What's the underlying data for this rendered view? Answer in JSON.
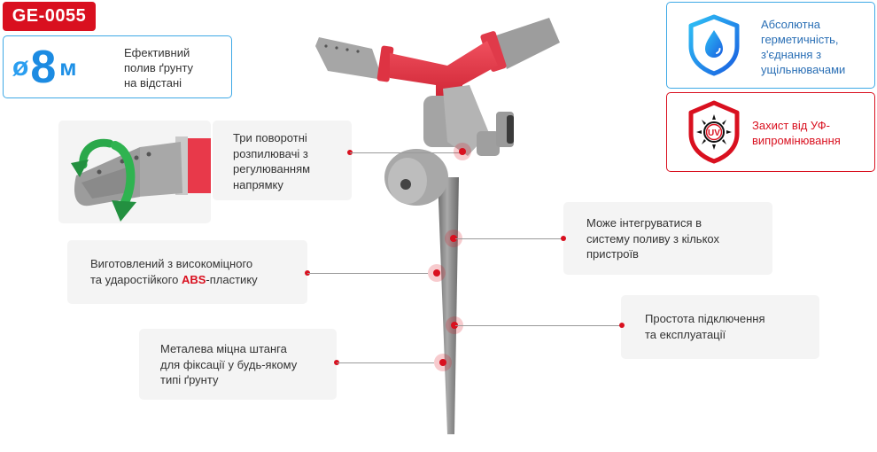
{
  "sku": "GE-0055",
  "range": {
    "diameter_symbol": "ø",
    "value": "8",
    "unit": "м",
    "description_lines": [
      "Ефективний",
      "полив ґрунту",
      "на відстані"
    ]
  },
  "badges": {
    "sealing": {
      "icon": "shield-water-drop-icon",
      "lines": [
        "Абсолютна",
        "герметичність,",
        "з'єднання з",
        "ущільнювачами"
      ],
      "color": "#2a6fb5"
    },
    "uv": {
      "icon": "shield-uv-sun-icon",
      "icon_label": "UV",
      "lines": [
        "Захист від УФ-",
        "випромінювання"
      ],
      "color": "#d9101f"
    }
  },
  "features": {
    "nozzles": {
      "lines": [
        "Три поворотні",
        "розпилювачі з",
        "регулюванням",
        "напрямку"
      ]
    },
    "integration": {
      "lines": [
        "Може інтегруватися в",
        "систему поливу з кількох",
        "пристроїв"
      ]
    },
    "material": {
      "line1": "Виготовлений з високоміцного",
      "line2_prefix": "та ударостійкого ",
      "line2_highlight": "ABS",
      "line2_suffix": "-пластику"
    },
    "easy": {
      "lines": [
        "Простота підключення",
        "та експлуатації"
      ]
    },
    "spike": {
      "lines": [
        "Металева міцна штанга",
        "для фіксації у будь-якому",
        "типі ґрунту"
      ]
    }
  },
  "colors": {
    "brand_red": "#d9101f",
    "accent_blue": "#1c8be2",
    "panel_bg": "#f4f4f4",
    "rotate_arrow_green": "#2aa84a"
  }
}
